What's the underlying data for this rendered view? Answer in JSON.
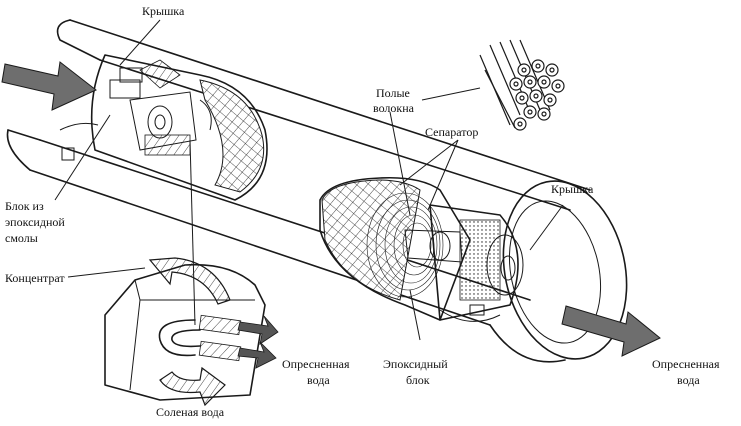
{
  "labels": {
    "cap_top": "Крышка",
    "hollow_fibers_1": "Полые",
    "hollow_fibers_2": "волокна",
    "separator": "Сепаратор",
    "cap_right": "Крышка",
    "epoxy_block_left_1": "Блок из",
    "epoxy_block_left_2": "эпоксидной",
    "epoxy_block_left_3": "смолы",
    "concentrate": "Концентрат",
    "fresh_water_mid_1": "Опресненная",
    "fresh_water_mid_2": "вода",
    "epoxy_block_right_1": "Эпоксидный",
    "epoxy_block_right_2": "блок",
    "fresh_water_right_1": "Опресненная",
    "fresh_water_right_2": "вода",
    "salt_water": "Соленая вода"
  },
  "colors": {
    "ink": "#1a1a1a",
    "arrow_fill": "#6e6e6e",
    "background": "#ffffff"
  }
}
